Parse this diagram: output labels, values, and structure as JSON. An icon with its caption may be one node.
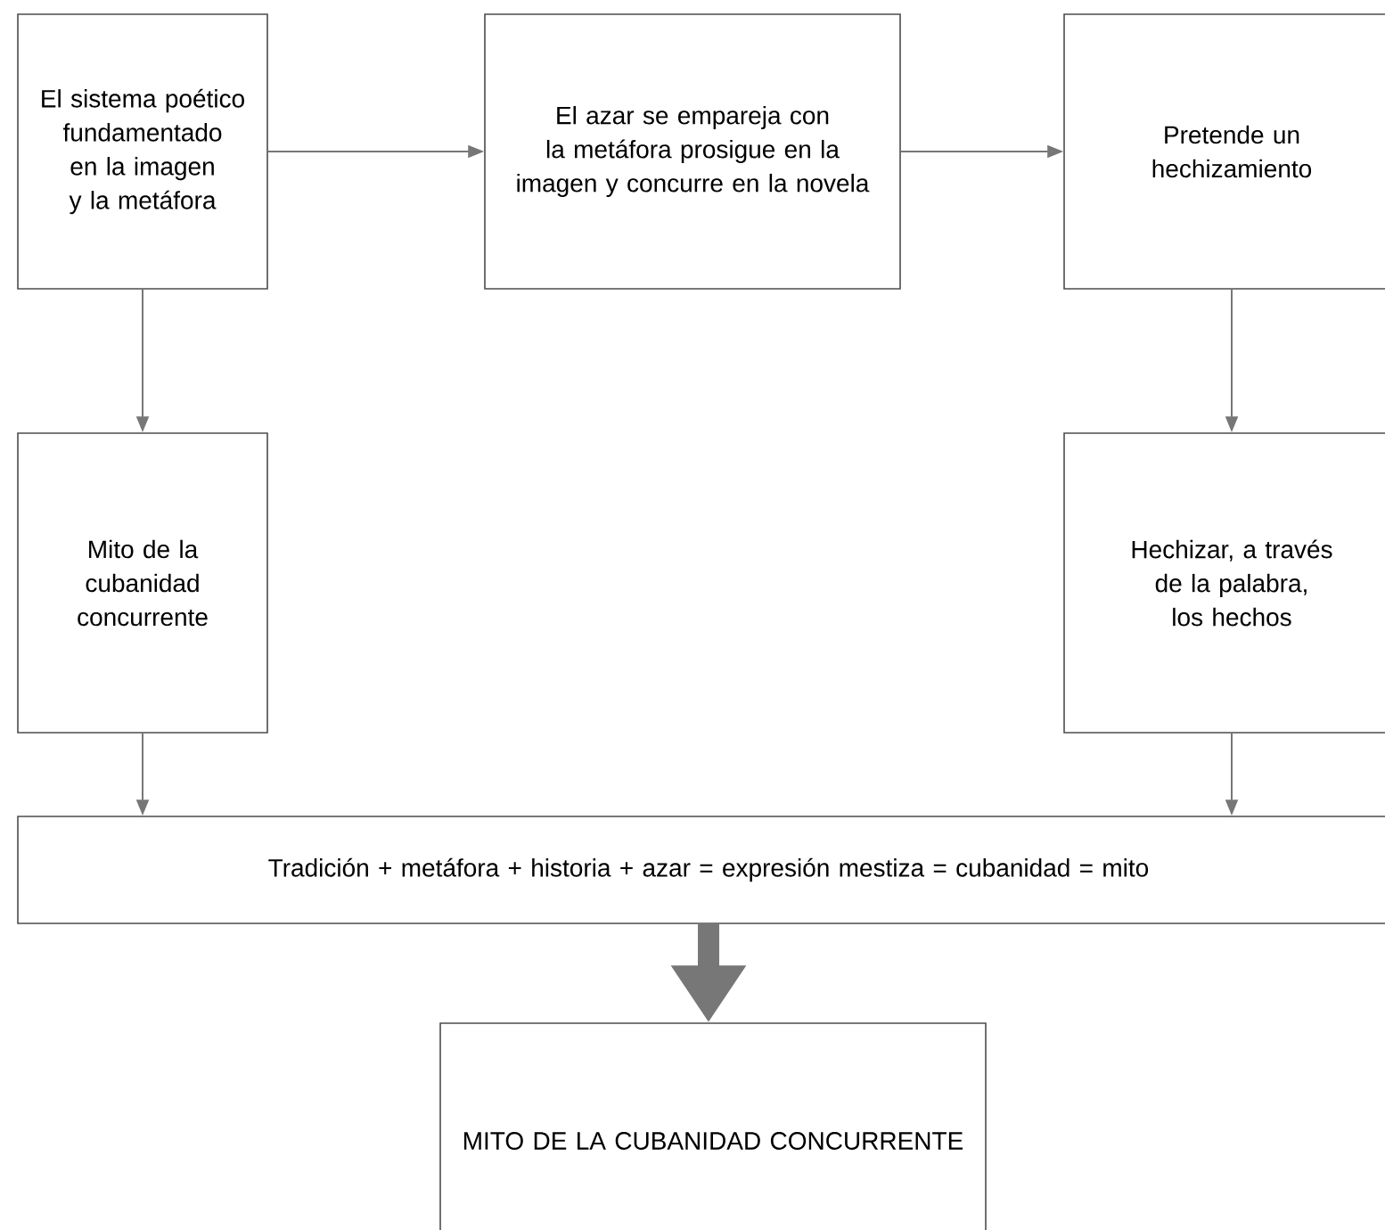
{
  "diagram": {
    "nodes": [
      {
        "text": [
          "El sistema poético fundamentado en la imagen y la metáfora"
        ]
      },
      {
        "text": [
          "El azar se empareja con la metáfora prosigue en la imagen y concurre en la novela"
        ]
      },
      {
        "text": [
          "Pretende un hechizamiento"
        ]
      },
      {
        "text": [
          "Mito de la cubanidad concurrente"
        ]
      },
      {
        "text": [
          "Hechizar, a través de la palabra, los hechos"
        ]
      },
      {
        "text": [
          "Tradición + metáfora + historia + azar = expresión mestiza = cubanidad = mito"
        ]
      },
      {
        "text": [
          "MITO DE LA CUBANIDAD CONCURRENTE"
        ]
      }
    ],
    "edges": [
      {
        "from": 0,
        "to": 1,
        "arrow": "to"
      },
      {
        "from": 1,
        "to": 2,
        "arrow": "to"
      },
      {
        "from": 0,
        "to": 3,
        "arrow": "to"
      },
      {
        "from": 2,
        "to": 4,
        "arrow": "to"
      },
      {
        "from": 3,
        "to": 5,
        "arrow": "to"
      },
      {
        "from": 4,
        "to": 5,
        "arrow": "to"
      },
      {
        "from": 5,
        "to": 6,
        "arrow": "to",
        "style": "thick"
      }
    ]
  }
}
